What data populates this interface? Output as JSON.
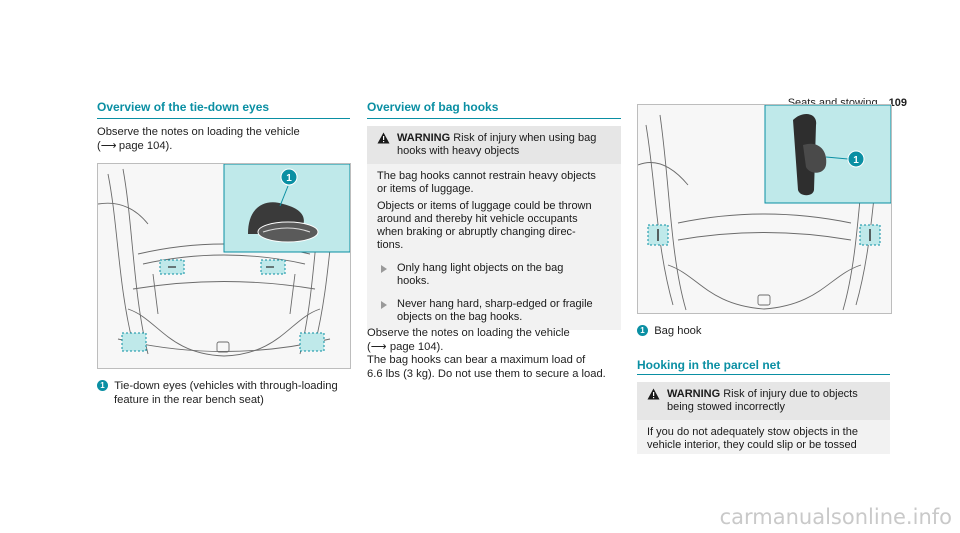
{
  "header": {
    "section": "Seats and stowing",
    "page_number": "109"
  },
  "col1": {
    "title": "Overview of the tie-down eyes",
    "intro_line1": "Observe the notes on loading the vehicle",
    "intro_line2": "page 104).",
    "callout_num": "1",
    "caption_line1": "Tie-down eyes (vehicles with through-loading",
    "caption_line2": "feature in the rear bench seat)"
  },
  "col2": {
    "title": "Overview of bag hooks",
    "warning": {
      "label": "WARNING",
      "line1": "Risk of injury when using bag",
      "line2": "hooks with heavy objects",
      "text_lines": [
        "The bag hooks cannot restrain heavy objects",
        "or items of luggage.",
        "Objects or items of luggage could be thrown",
        "around and thereby hit vehicle occupants",
        "when braking or abruptly changing direc-",
        "tions."
      ],
      "bullets": [
        {
          "line1": "Only hang light objects on the bag",
          "line2": "hooks."
        },
        {
          "line1": "Never hang hard, sharp-edged or fragile",
          "line2": "objects on the bag hooks."
        }
      ]
    },
    "note_line1": "Observe the notes on loading the vehicle",
    "note_line2": "page 104).",
    "note_line3": "The bag hooks can bear a maximum load of",
    "note_line4": "6.6 lbs (3 kg). Do not use them to secure a load."
  },
  "col3": {
    "callout_num": "1",
    "caption": "Bag hook",
    "title": "Hooking in the parcel net",
    "warning": {
      "label": "WARNING",
      "line1": "Risk of injury due to objects",
      "line2": "being stowed incorrectly",
      "text_lines": [
        "If you do not adequately stow objects in the",
        "vehicle interior, they could slip or be tossed"
      ]
    }
  },
  "watermark": "carmanualsonline.info",
  "colors": {
    "accent": "#0a8fa3",
    "inset_fill": "#bfe9ea",
    "warning_bg": "#f2f2f2"
  }
}
